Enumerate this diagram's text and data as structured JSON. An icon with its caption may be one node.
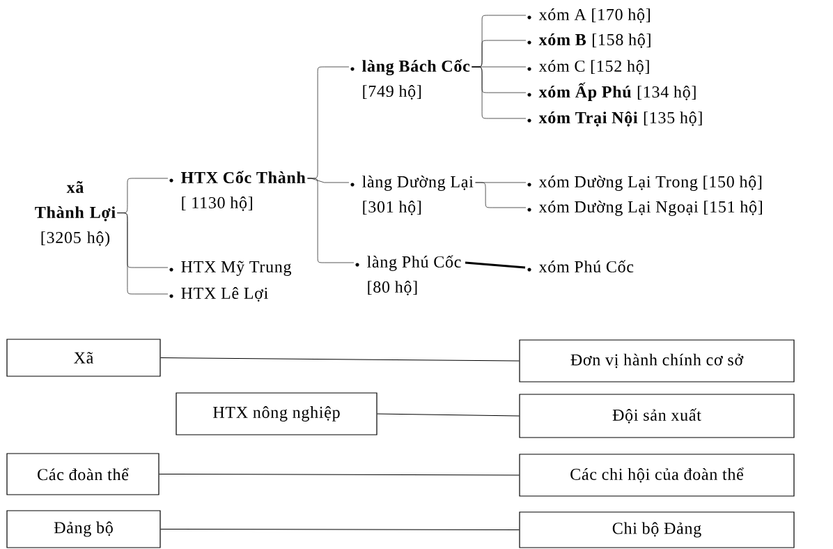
{
  "diagram": {
    "nodes": [
      {
        "text": [
          "xã Thành Lợi",
          "[3205 hộ)"
        ]
      },
      {
        "text": [
          "HTX Cốc Thành",
          "[ 1130 hộ]"
        ]
      },
      {
        "text": [
          "HTX Mỹ Trung"
        ]
      },
      {
        "text": [
          "HTX Lê Lợi"
        ]
      },
      {
        "text": [
          "làng Bách Cốc",
          "[749 hộ]"
        ]
      },
      {
        "text": [
          "làng Dường Lại",
          "[301 hộ]"
        ]
      },
      {
        "text": [
          "làng Phú Cốc",
          "[80 hộ]"
        ]
      },
      {
        "text": [
          "xóm A [170 hộ]"
        ]
      },
      {
        "text": [
          "**xóm B** [158 hộ]"
        ]
      },
      {
        "text": [
          "xóm C [152 hộ]"
        ]
      },
      {
        "text": [
          "**xóm Ấp Phú** [134 hộ]"
        ]
      },
      {
        "text": [
          "**xóm Trại Nội** [135 hộ]"
        ]
      },
      {
        "text": [
          "xóm Dường Lại Trong [150 hộ]"
        ]
      },
      {
        "text": [
          "xóm Dường Lại Ngoại [151 hộ]"
        ]
      },
      {
        "text": [
          "xóm Phú Cốc"
        ]
      },
      {
        "text": [
          "Xã"
        ]
      },
      {
        "text": [
          "Đơn vị hành chính cơ sở"
        ]
      },
      {
        "text": [
          "HTX nông nghiệp"
        ]
      },
      {
        "text": [
          "Đội sản xuất"
        ]
      },
      {
        "text": [
          "Các đoàn thể"
        ]
      },
      {
        "text": [
          "Các chi hội của đoàn thể"
        ]
      },
      {
        "text": [
          "Đảng bộ"
        ]
      },
      {
        "text": [
          "Chi bộ Đảng"
        ]
      }
    ],
    "edges": [
      {
        "from": 0,
        "to": 1,
        "arrow": "none"
      },
      {
        "from": 0,
        "to": 2,
        "arrow": "none"
      },
      {
        "from": 0,
        "to": 3,
        "arrow": "none"
      },
      {
        "from": 1,
        "to": 4,
        "arrow": "none"
      },
      {
        "from": 1,
        "to": 5,
        "arrow": "none"
      },
      {
        "from": 1,
        "to": 6,
        "arrow": "none"
      },
      {
        "from": 4,
        "to": 7,
        "arrow": "none"
      },
      {
        "from": 4,
        "to": 8,
        "arrow": "none"
      },
      {
        "from": 4,
        "to": 9,
        "arrow": "none"
      },
      {
        "from": 4,
        "to": 10,
        "arrow": "none"
      },
      {
        "from": 4,
        "to": 11,
        "arrow": "none"
      },
      {
        "from": 5,
        "to": 12,
        "arrow": "none"
      },
      {
        "from": 5,
        "to": 13,
        "arrow": "none"
      },
      {
        "from": 6,
        "to": 14,
        "arrow": "none",
        "style": "thick"
      },
      {
        "from": 15,
        "to": 16,
        "arrow": "none"
      },
      {
        "from": 17,
        "to": 18,
        "arrow": "none"
      },
      {
        "from": 19,
        "to": 20,
        "arrow": "none"
      },
      {
        "from": 21,
        "to": 22,
        "arrow": "none"
      }
    ]
  }
}
